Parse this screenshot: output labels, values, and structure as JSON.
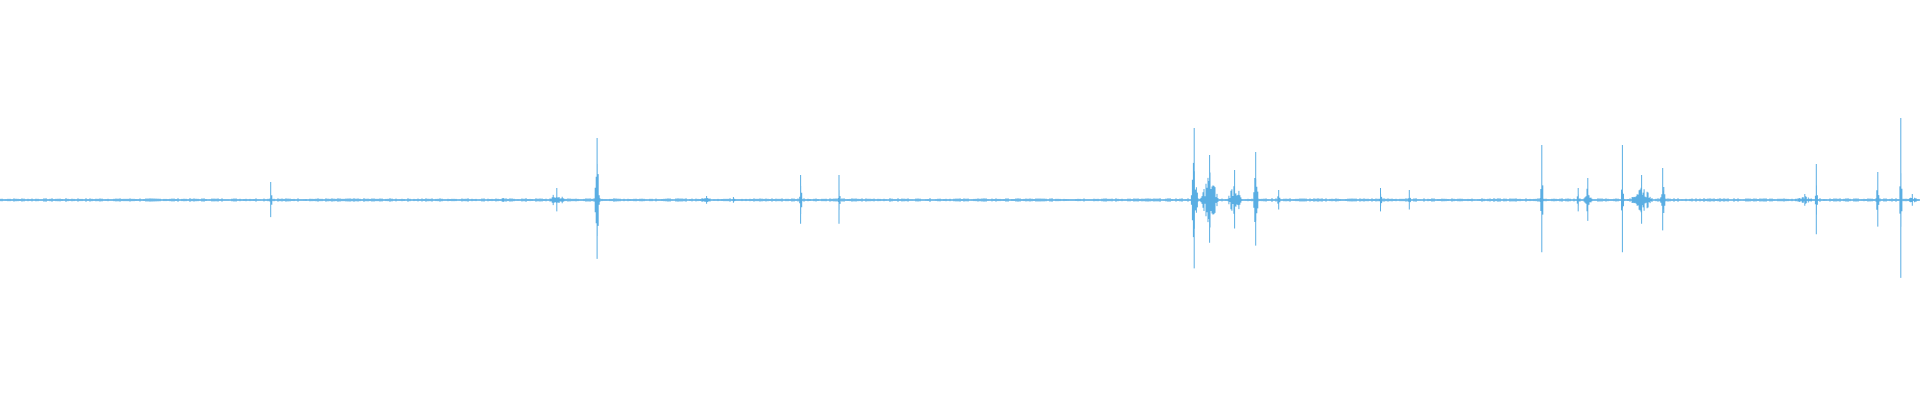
{
  "waveform": {
    "color": "#5aaee3",
    "background": "#ffffff",
    "baseline_amplitude": 0.02,
    "spikes": [
      {
        "position": 0.141,
        "amplitude": 0.18,
        "width": 0.002
      },
      {
        "position": 0.262,
        "amplitude": 0.02,
        "width": 0.003
      },
      {
        "position": 0.29,
        "amplitude": 0.12,
        "width": 0.01
      },
      {
        "position": 0.311,
        "amplitude": 0.62,
        "width": 0.003
      },
      {
        "position": 0.368,
        "amplitude": 0.04,
        "width": 0.008
      },
      {
        "position": 0.382,
        "amplitude": 0.03,
        "width": 0.004
      },
      {
        "position": 0.417,
        "amplitude": 0.25,
        "width": 0.002
      },
      {
        "position": 0.437,
        "amplitude": 0.25,
        "width": 0.002
      },
      {
        "position": 0.622,
        "amplitude": 0.72,
        "width": 0.004
      },
      {
        "position": 0.63,
        "amplitude": 0.45,
        "width": 0.01
      },
      {
        "position": 0.643,
        "amplitude": 0.3,
        "width": 0.008
      },
      {
        "position": 0.654,
        "amplitude": 0.48,
        "width": 0.003
      },
      {
        "position": 0.666,
        "amplitude": 0.1,
        "width": 0.002
      },
      {
        "position": 0.719,
        "amplitude": 0.12,
        "width": 0.002
      },
      {
        "position": 0.734,
        "amplitude": 0.1,
        "width": 0.002
      },
      {
        "position": 0.803,
        "amplitude": 0.55,
        "width": 0.002
      },
      {
        "position": 0.822,
        "amplitude": 0.12,
        "width": 0.002
      },
      {
        "position": 0.827,
        "amplitude": 0.22,
        "width": 0.004
      },
      {
        "position": 0.845,
        "amplitude": 0.55,
        "width": 0.002
      },
      {
        "position": 0.855,
        "amplitude": 0.25,
        "width": 0.012
      },
      {
        "position": 0.866,
        "amplitude": 0.32,
        "width": 0.003
      },
      {
        "position": 0.94,
        "amplitude": 0.06,
        "width": 0.012
      },
      {
        "position": 0.946,
        "amplitude": 0.36,
        "width": 0.002
      },
      {
        "position": 0.978,
        "amplitude": 0.28,
        "width": 0.002
      },
      {
        "position": 0.99,
        "amplitude": 0.82,
        "width": 0.002
      },
      {
        "position": 0.996,
        "amplitude": 0.06,
        "width": 0.006
      }
    ]
  }
}
